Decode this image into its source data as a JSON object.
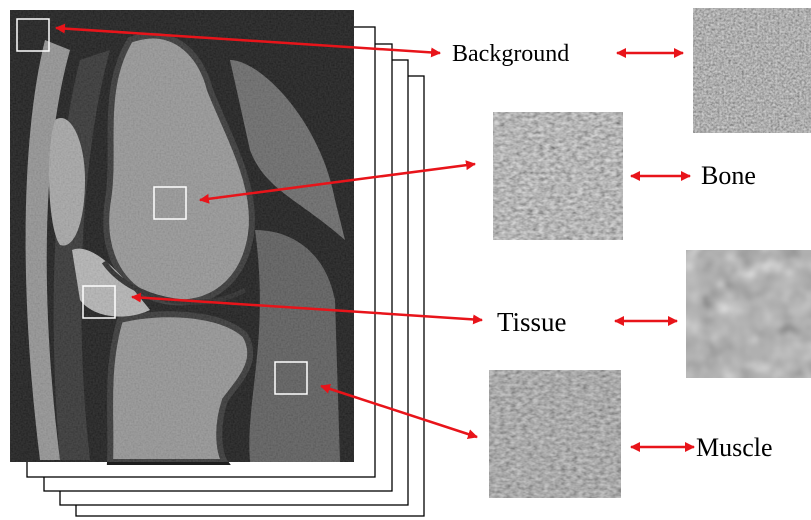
{
  "labels": {
    "background": "Background",
    "bone": "Bone",
    "tissue": "Tissue",
    "muscle": "Muscle"
  },
  "colors": {
    "arrow": "#e8141a",
    "slice_bg": "#000000",
    "roi_box": "#ffffff",
    "page_border": "#000000"
  }
}
